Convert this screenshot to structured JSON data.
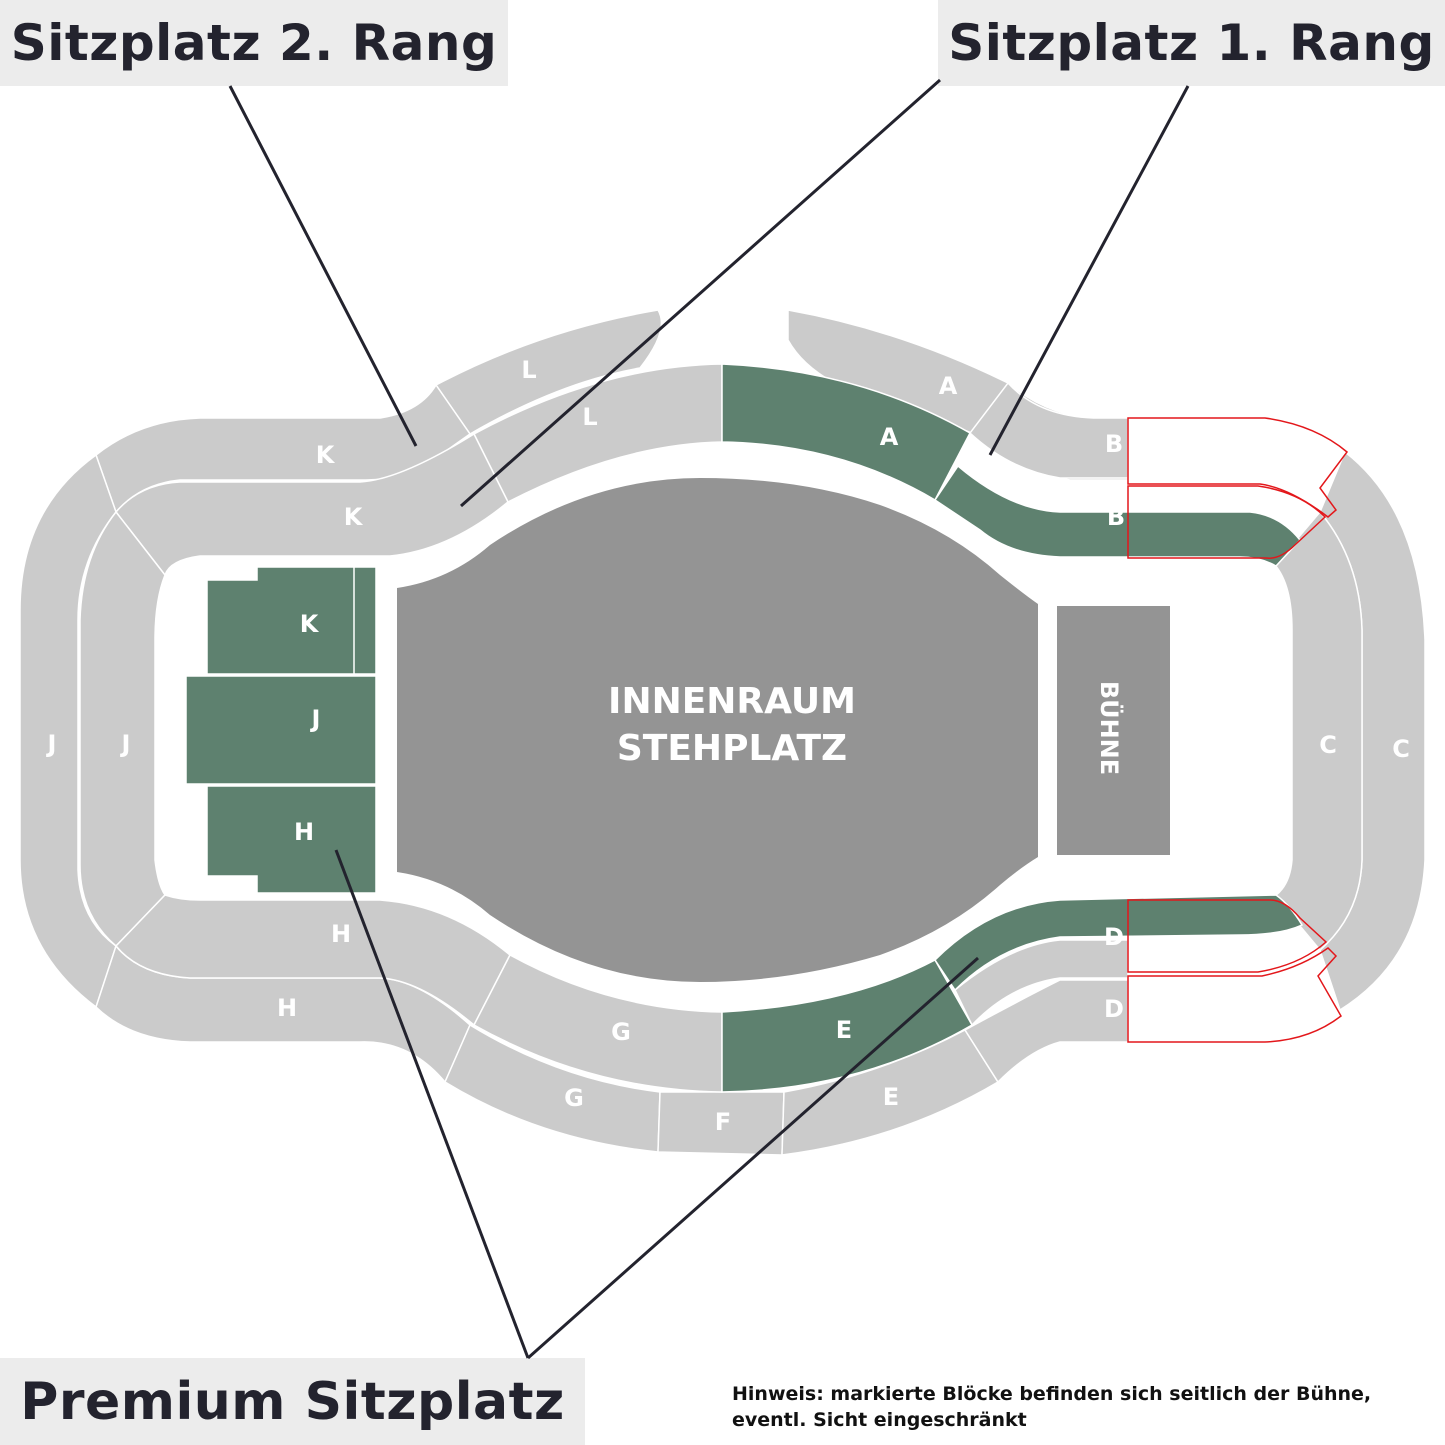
{
  "legend": {
    "second_tier": "Sitzplatz 2. Rang",
    "first_tier": "Sitzplatz 1. Rang",
    "premium": "Premium Sitzplatz"
  },
  "note": {
    "line1": "Hinweis: markierte Blöcke befinden sich seitlich der Bühne,",
    "line2": "eventl. Sicht eingeschränkt"
  },
  "floor": {
    "line1": "INNENRAUM",
    "line2": "STEHPLATZ"
  },
  "stage": "BÜHNE",
  "blocks": {
    "outer": {
      "A": "A",
      "B": "B",
      "C": "C",
      "D": "D",
      "E": "E",
      "F": "F",
      "G": "G",
      "H": "H",
      "J": "J",
      "K": "K",
      "L": "L"
    },
    "inner": {
      "A": "A",
      "B": "B",
      "C": "C",
      "D": "D",
      "E": "E",
      "G": "G",
      "H": "H",
      "J": "J",
      "K": "K",
      "L": "L"
    },
    "premium": {
      "K": "K",
      "J": "J",
      "H": "H"
    }
  },
  "colors": {
    "first_tier_seats": "#cbcbcb",
    "premium_seats": "#5e816f",
    "standing_floor": "#949494",
    "stage": "#949494",
    "label_box": "#ececec",
    "marked_outline": "#e3171b"
  }
}
